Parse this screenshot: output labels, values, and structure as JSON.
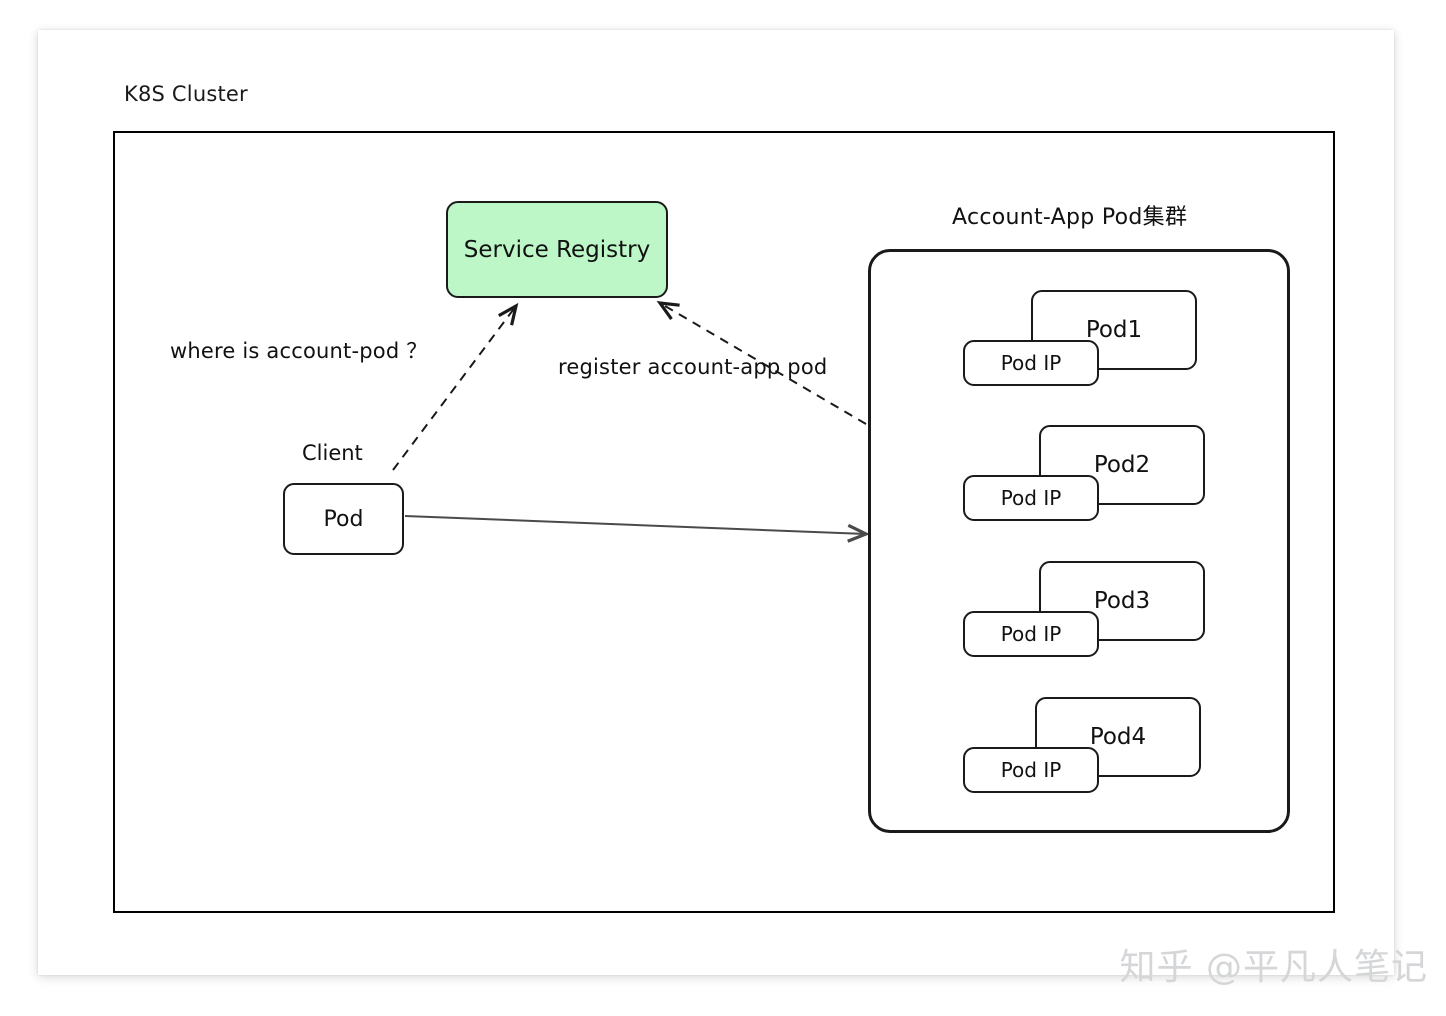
{
  "diagram": {
    "cluster_title": "K8S Cluster",
    "registry": {
      "label": "Service Registry",
      "fill_color": "#bdf7c8",
      "border_color": "#1a1a1a"
    },
    "client": {
      "caption": "Client",
      "pod_label": "Pod"
    },
    "podgroup": {
      "title": "Account-App Pod集群",
      "pods": [
        {
          "name": "Pod1",
          "ip_label": "Pod IP"
        },
        {
          "name": "Pod2",
          "ip_label": "Pod IP"
        },
        {
          "name": "Pod3",
          "ip_label": "Pod IP"
        },
        {
          "name": "Pod4",
          "ip_label": "Pod IP"
        }
      ]
    },
    "edges": {
      "query_label": "where is account-pod ？",
      "register_label": "register account-app pod"
    }
  },
  "watermark": {
    "text": "知乎 @平凡人笔记",
    "color": "#d4d6d8"
  }
}
